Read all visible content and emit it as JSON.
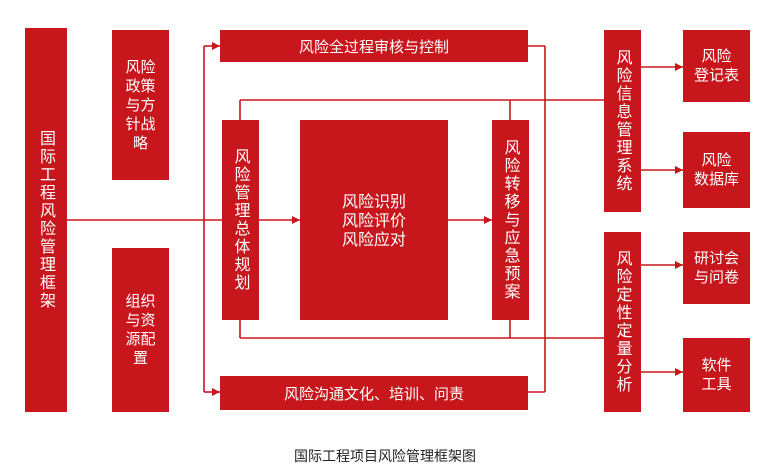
{
  "left_panel": {
    "label": "国际工程风险管理框架"
  },
  "policy": {
    "lines": [
      "风险",
      "政策",
      "与方",
      "针战",
      "略"
    ]
  },
  "org": {
    "lines": [
      "组织",
      "与资",
      "源配",
      "置"
    ]
  },
  "top_bar": {
    "label": "风险全过程审核与控制"
  },
  "bottom_bar": {
    "label": "风险沟通文化、培训、问责"
  },
  "plan": {
    "label": "风险管理总体规划"
  },
  "core": {
    "lines": [
      "风险识别",
      "风险评价",
      "风险应对"
    ]
  },
  "transfer": {
    "label": "风险转移与应急预案"
  },
  "info_system": {
    "label": "风险信息管理系统"
  },
  "quant": {
    "label": "风险定性定量分析"
  },
  "register": {
    "lines": [
      "风险",
      "登记表"
    ]
  },
  "database": {
    "lines": [
      "风险",
      "数据库"
    ]
  },
  "seminar": {
    "lines": [
      "研讨会",
      "与问卷"
    ]
  },
  "software": {
    "lines": [
      "软件",
      "工具"
    ]
  },
  "caption": "国际工程项目风险管理框架图",
  "colors": {
    "box": "#c8161d",
    "line": "#c8161d"
  }
}
